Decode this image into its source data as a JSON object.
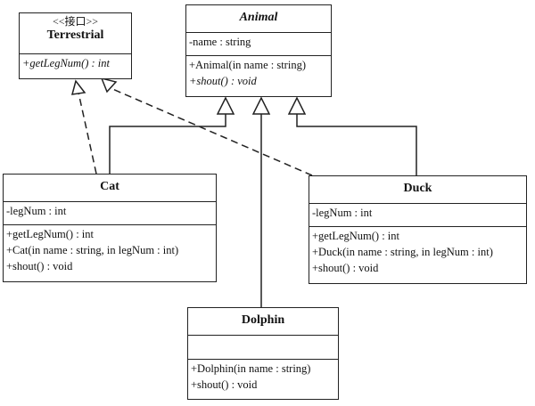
{
  "terrestrial": {
    "stereotype": "<<接口>>",
    "name": "Terrestrial",
    "operations": [
      "+getLegNum() : int"
    ]
  },
  "animal": {
    "name": "Animal",
    "attributes": [
      "-name : string"
    ],
    "operations": [
      "+Animal(in name : string)",
      "+shout() : void"
    ]
  },
  "cat": {
    "name": "Cat",
    "attributes": [
      "-legNum : int"
    ],
    "operations": [
      "+getLegNum() : int",
      "+Cat(in name : string, in legNum : int)",
      "+shout() : void"
    ]
  },
  "duck": {
    "name": "Duck",
    "attributes": [
      "-legNum : int"
    ],
    "operations": [
      "+getLegNum() : int",
      "+Duck(in name : string, in legNum : int)",
      "+shout() : void"
    ]
  },
  "dolphin": {
    "name": "Dolphin",
    "attributes": [],
    "operations": [
      "+Dolphin(in name : string)",
      "+shout() : void"
    ]
  }
}
